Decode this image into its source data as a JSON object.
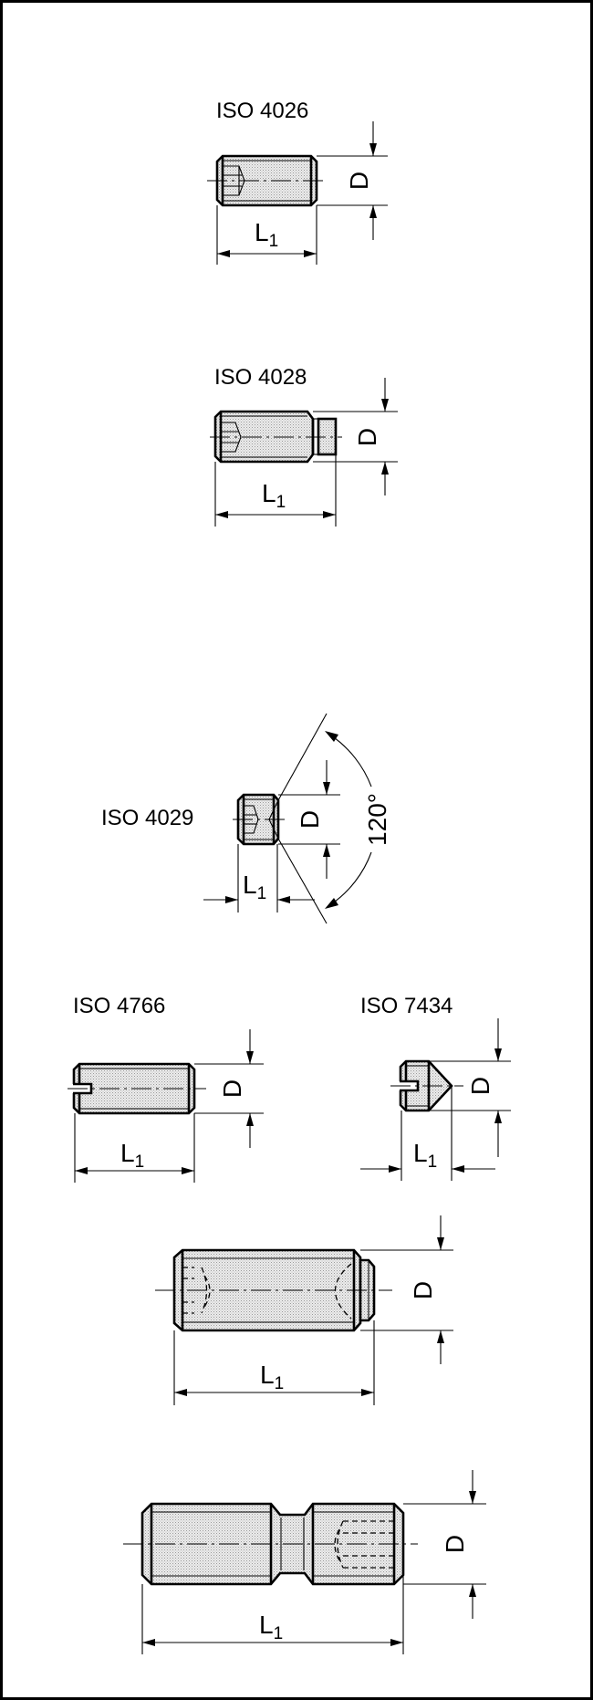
{
  "diagram": {
    "type": "technical-drawing",
    "subject": "set screws (grub screws) dimension sketches",
    "views": [
      {
        "id": "iso-4026",
        "standard": "ISO 4026",
        "description": "Hexagon socket set screw with flat point",
        "dimensions": {
          "length": "L",
          "length_sub": "1",
          "diameter": "D"
        }
      },
      {
        "id": "iso-4028",
        "standard": "ISO 4028",
        "description": "Hexagon socket set screw with dog point",
        "dimensions": {
          "length": "L",
          "length_sub": "1",
          "diameter": "D"
        }
      },
      {
        "id": "iso-4029",
        "standard": "ISO 4029",
        "description": "Hexagon socket set screw with cup point",
        "dimensions": {
          "length": "L",
          "length_sub": "1",
          "diameter": "D",
          "angle": "120°"
        }
      },
      {
        "id": "iso-4766",
        "standard": "ISO 4766",
        "description": "Slotted set screw with flat point",
        "dimensions": {
          "length": "L",
          "length_sub": "1",
          "diameter": "D"
        }
      },
      {
        "id": "iso-7434",
        "standard": "ISO 7434",
        "description": "Slotted set screw with cone point",
        "dimensions": {
          "length": "L",
          "length_sub": "1",
          "diameter": "D"
        }
      },
      {
        "id": "unlabeled-pressure-pad",
        "standard": "",
        "description": "Hexagon socket set screw with stepped end",
        "dimensions": {
          "length": "L",
          "length_sub": "1",
          "diameter": "D"
        }
      },
      {
        "id": "unlabeled-necked-stud",
        "standard": "",
        "description": "Double-threaded stud with neck and internal hex socket",
        "dimensions": {
          "length": "L",
          "length_sub": "1",
          "diameter": "D"
        }
      }
    ]
  },
  "colors": {
    "line": "#000000",
    "fill": "#e2e2e2",
    "background": "#ffffff",
    "border": "#000000"
  }
}
